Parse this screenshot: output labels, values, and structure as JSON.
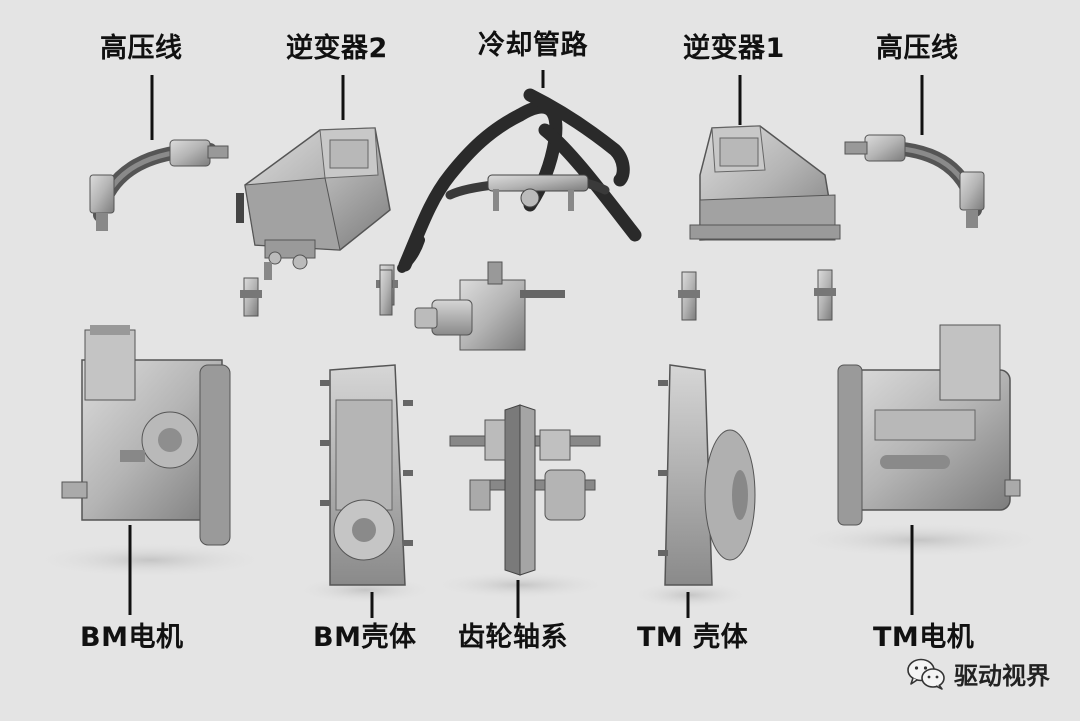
{
  "labels": {
    "hv_cable_left": "高压线",
    "inverter_2": "逆变器2",
    "cooling_pipes": "冷却管路",
    "inverter_1": "逆变器1",
    "hv_cable_right": "高压线",
    "bm_motor": "BM电机",
    "bm_housing": "BM壳体",
    "gear_shaft_system": "齿轮轴系",
    "tm_housing": "TM 壳体",
    "tm_motor": "TM电机"
  },
  "watermark": {
    "text": "驱动视界",
    "icon": "wechat-icon"
  },
  "colors": {
    "background": "#e4e4e4",
    "label": "#111111",
    "leader_line": "#111111",
    "metal_light": "#cfcfcf",
    "metal_mid": "#a9a9a9",
    "metal_dark": "#6e6e6e",
    "hose": "#2a2a2a"
  }
}
